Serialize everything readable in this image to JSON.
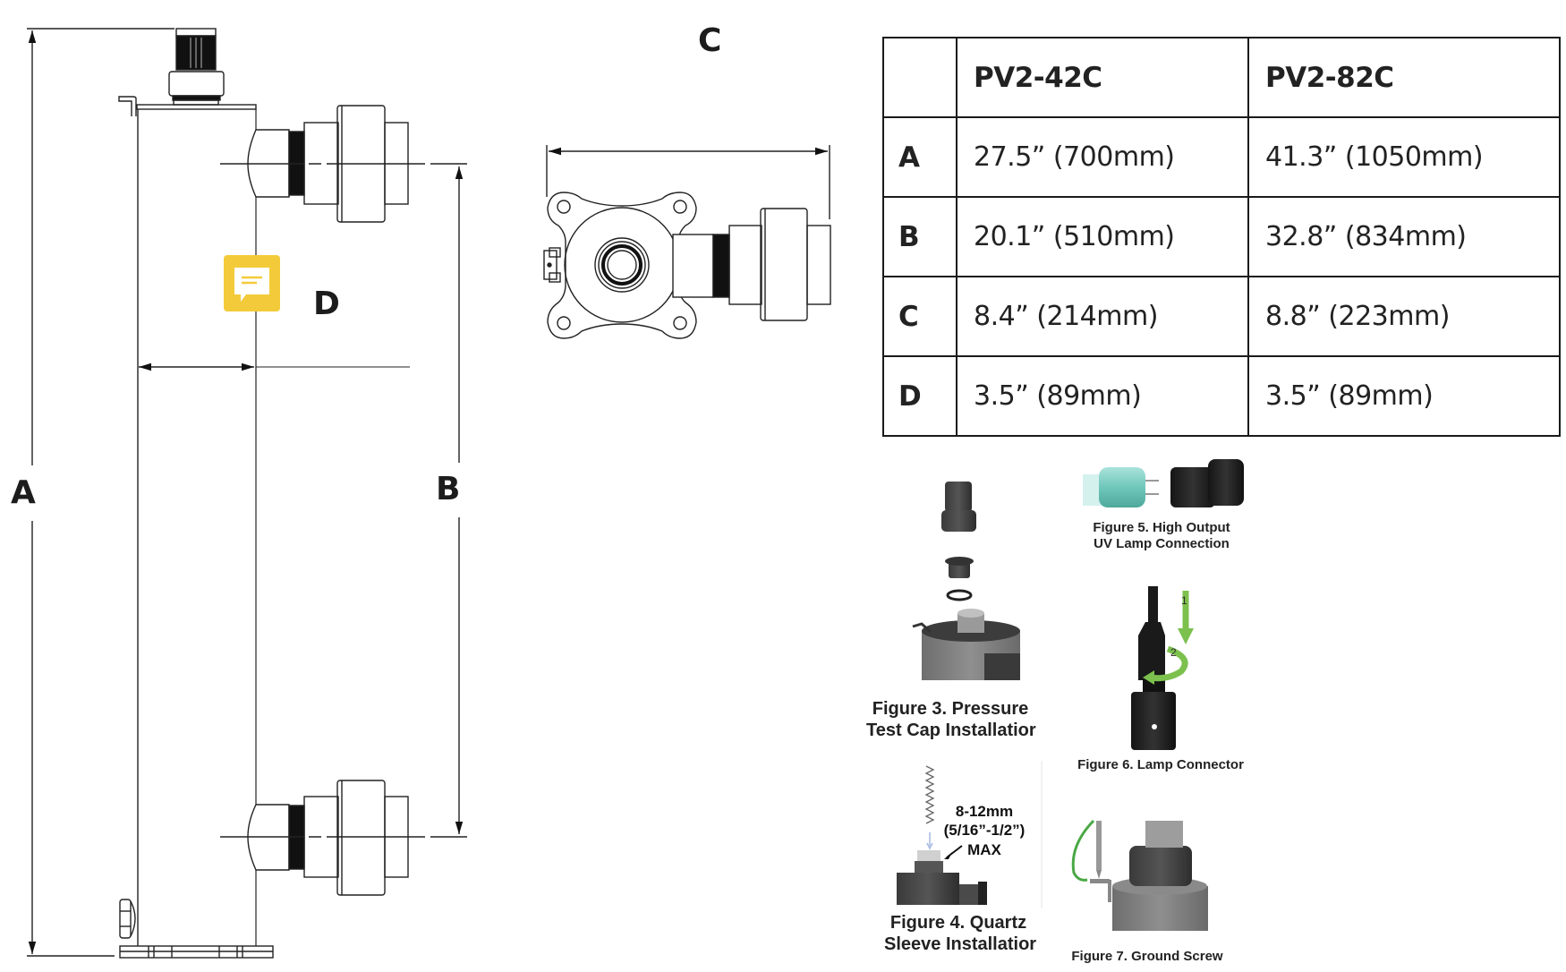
{
  "labels": {
    "A": "A",
    "B": "B",
    "C": "C",
    "D": "D"
  },
  "spec_table": {
    "columns": [
      "",
      "PV2-42C",
      "PV2-82C"
    ],
    "rows": [
      {
        "dim": "A",
        "pv2_42c": "27.5” (700mm)",
        "pv2_82c": "41.3” (1050mm)"
      },
      {
        "dim": "B",
        "pv2_42c": "20.1” (510mm)",
        "pv2_82c": "32.8” (834mm)"
      },
      {
        "dim": "C",
        "pv2_42c": "8.4” (214mm)",
        "pv2_82c": "8.8” (223mm)"
      },
      {
        "dim": "D",
        "pv2_42c": "3.5” (89mm)",
        "pv2_82c": "3.5” (89mm)"
      }
    ]
  },
  "figures": {
    "fig3": {
      "line1": "Figure 3. Pressure",
      "line2": "Test Cap Installatior"
    },
    "fig4": {
      "line1": "Figure 4. Quartz",
      "line2": "Sleeve Installatior",
      "annotation": [
        "8-12mm",
        "(5/16”-1/2”)",
        "MAX"
      ]
    },
    "fig5": {
      "line1": "Figure 5. High Output",
      "line2": "UV Lamp Connection"
    },
    "fig6": {
      "line1": "Figure 6. Lamp Connector",
      "step1": "1",
      "step2": "2"
    },
    "fig7": {
      "line1": "Figure 7. Ground Screw"
    }
  },
  "colors": {
    "comment_icon": "#f3cb3a",
    "arrow_green": "#7cc04e",
    "lamp_teal": "#7fd0c4"
  },
  "icons": {
    "comment": "comment-icon"
  }
}
